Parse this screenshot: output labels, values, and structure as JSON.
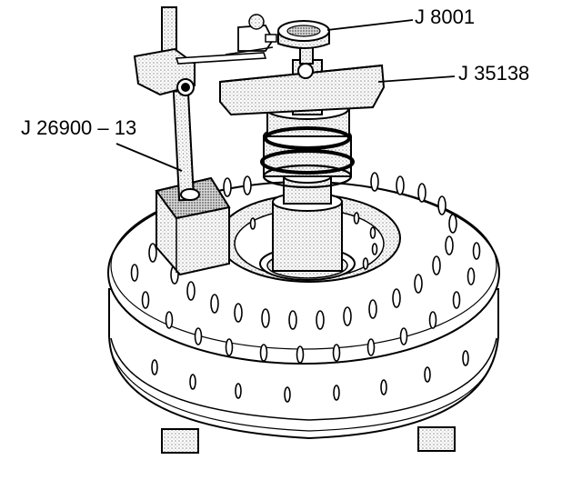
{
  "labels": {
    "j8001": "J 8001",
    "j35138": "J 35138",
    "j26900": "J 26900 – 13"
  },
  "colors": {
    "ink": "#000000",
    "stipple": "#9a9a9a",
    "paper": "#ffffff"
  }
}
